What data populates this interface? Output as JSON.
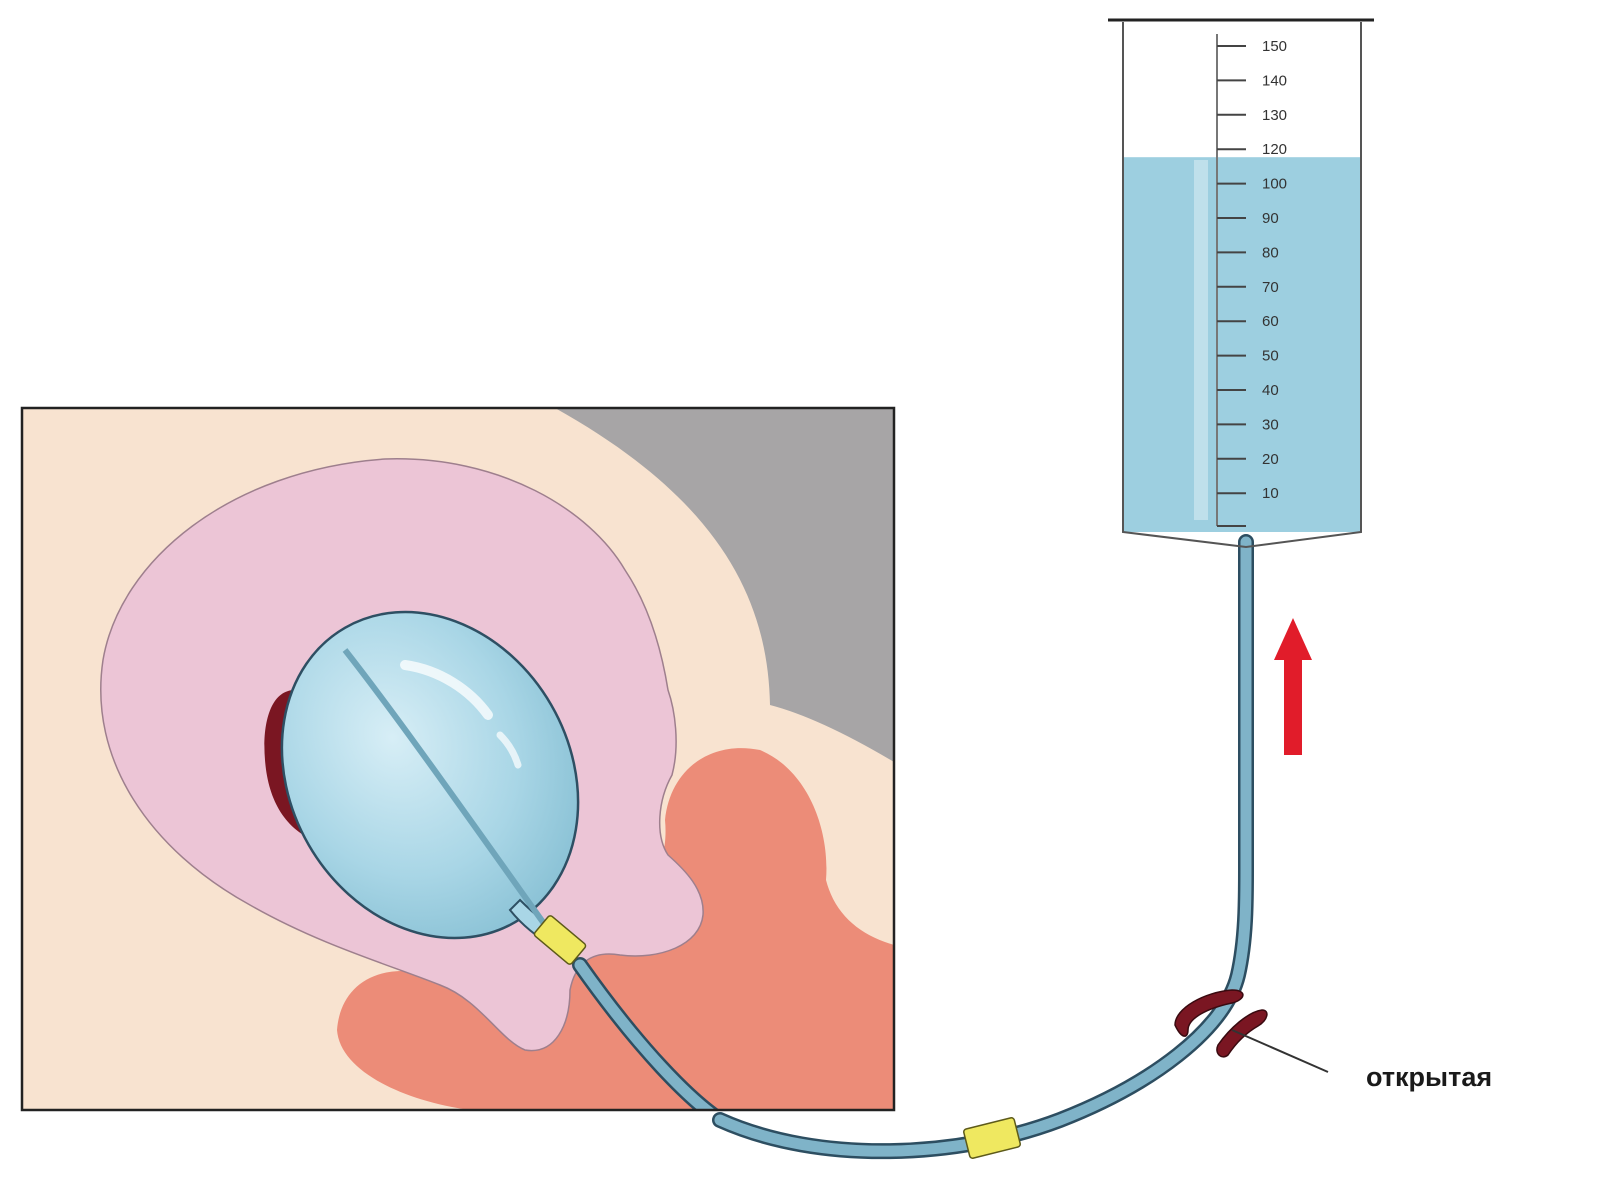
{
  "cylinder": {
    "ticks": [
      "150",
      "140",
      "130",
      "120",
      "100",
      "90",
      "80",
      "70",
      "60",
      "50",
      "40",
      "30",
      "20",
      "10"
    ],
    "fill_level_ml": 120
  },
  "callout": {
    "label": "открытая"
  },
  "colors": {
    "skin": "#f8e3d0",
    "uterus": "#ecc5d6",
    "bladder_area": "#a7a5a6",
    "tissue": "#ec8c78",
    "balloon": "#a9d6e6",
    "tube": "#7fb3c8",
    "connector": "#efe860",
    "clot": "#7a1622",
    "arrow": "#e11c2a",
    "liquid": "#9dcfe0"
  }
}
